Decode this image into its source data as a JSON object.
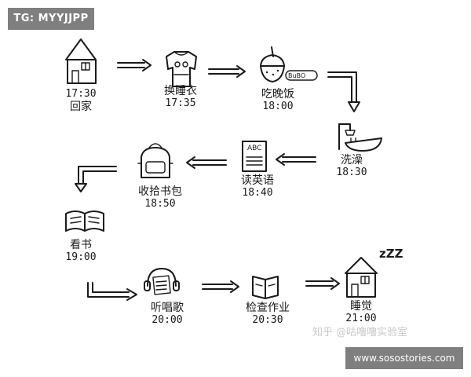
{
  "watermarks": {
    "tg": "TG: MYYJJPP",
    "site": "www.sosostories.com",
    "zhihu": "知乎 @咕噜噜实验室"
  },
  "steps": [
    {
      "label": "回家",
      "time": "17:30",
      "icon": "house-icon"
    },
    {
      "label": "换睡衣",
      "time": "17:35",
      "icon": "sweater-icon"
    },
    {
      "label": "吃晚饭",
      "time": "18:00",
      "icon": "rice-bowl-icon"
    },
    {
      "label": "洗澡",
      "time": "18:30",
      "icon": "bathtub-icon"
    },
    {
      "label": "读英语",
      "time": "18:40",
      "icon": "english-book-icon"
    },
    {
      "label": "收拾书包",
      "time": "18:50",
      "icon": "backpack-icon"
    },
    {
      "label": "看书",
      "time": "19:00",
      "icon": "open-book-icon"
    },
    {
      "label": "听唱歌",
      "time": "20:00",
      "icon": "headphones-icon"
    },
    {
      "label": "检查作业",
      "time": "20:30",
      "icon": "homework-icon"
    },
    {
      "label": "睡觉",
      "time": "21:00",
      "icon": "sleeping-house-icon"
    }
  ],
  "icon_text": {
    "dinner_badge": "BuBO",
    "english_book_title": "ABC",
    "sleep_z": "zZZ"
  }
}
